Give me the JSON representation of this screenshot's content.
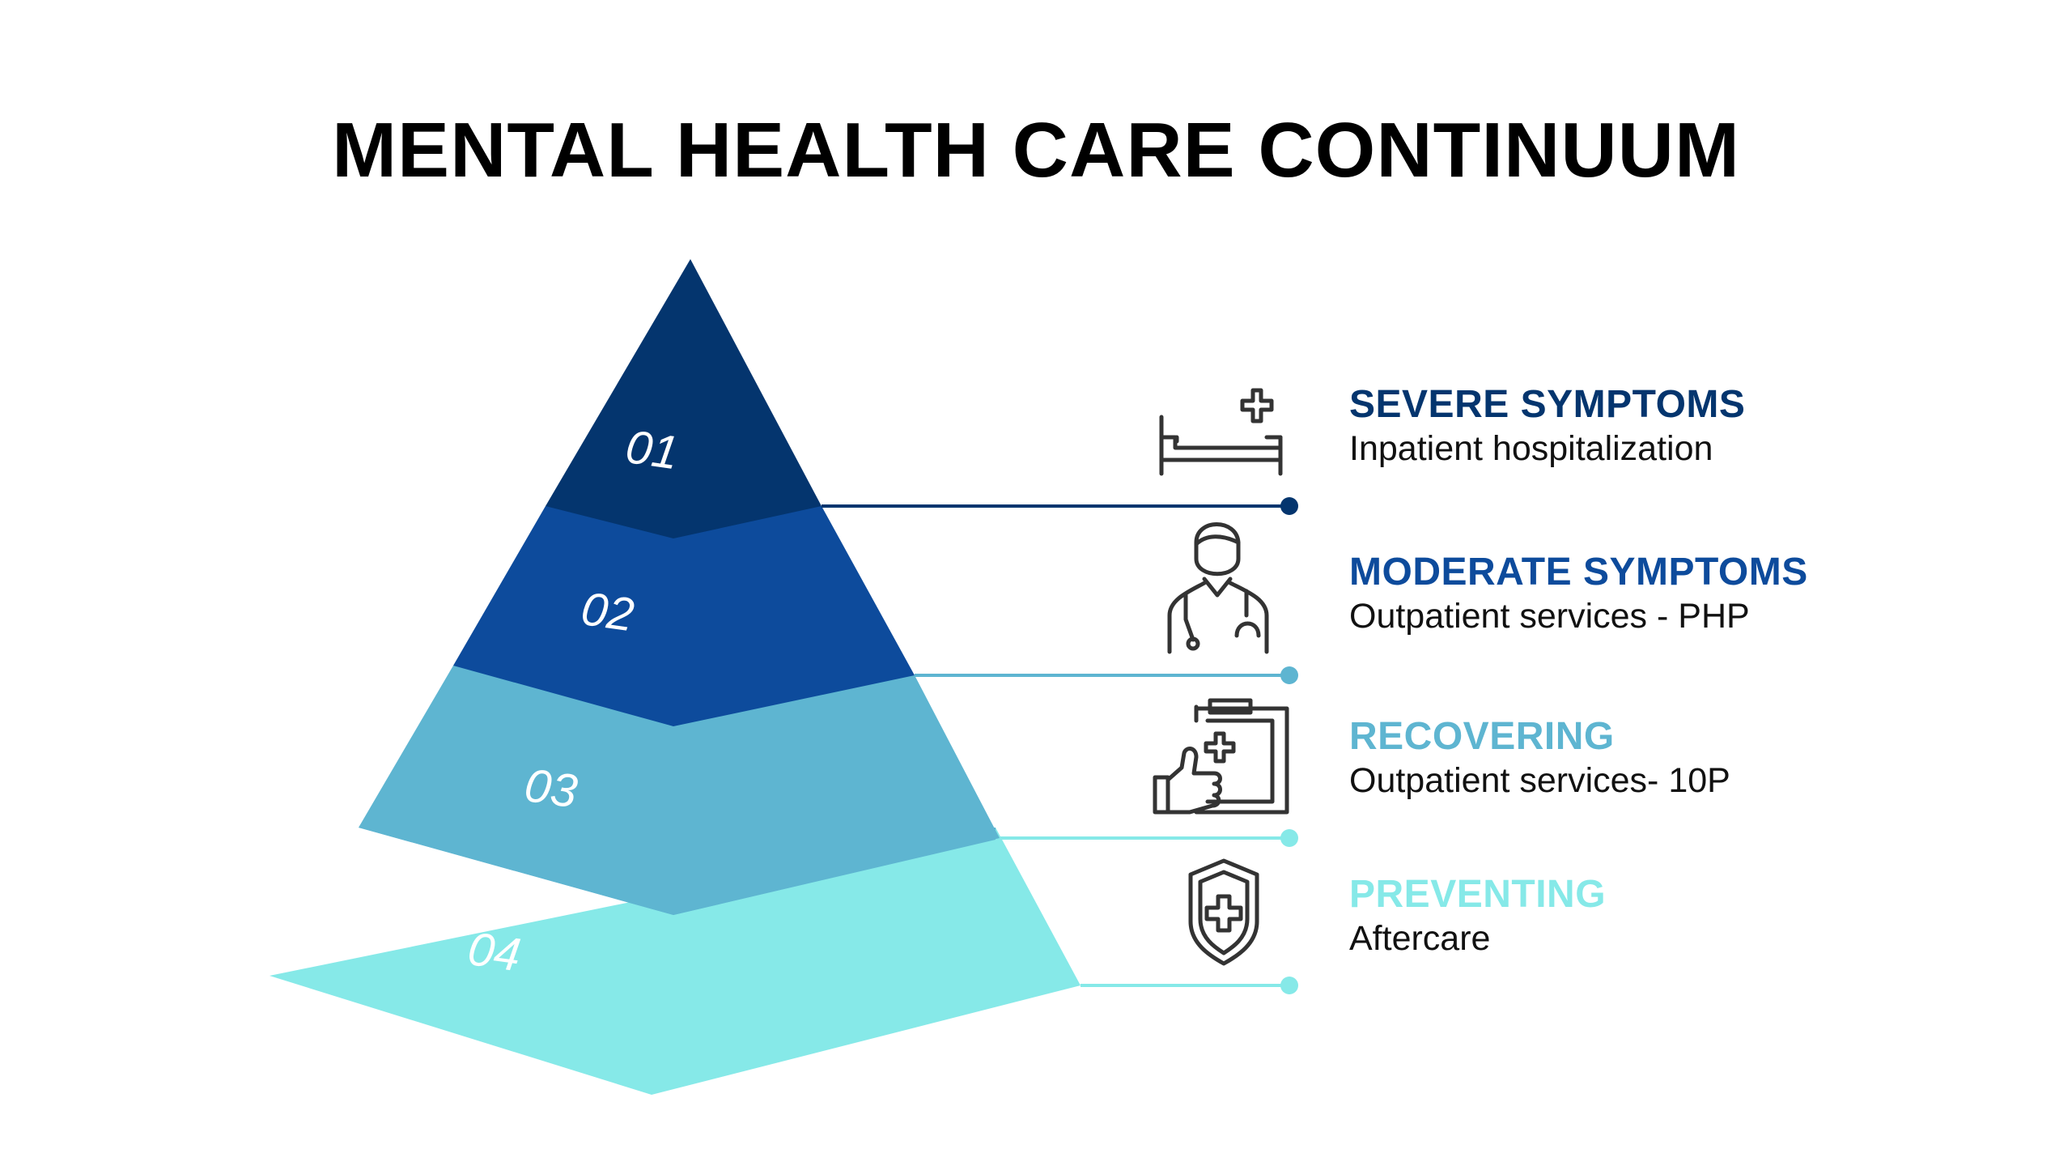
{
  "title": "MENTAL HEALTH CARE CONTINUUM",
  "tiers": [
    {
      "number": "01",
      "heading": "SEVERE SYMPTOMS",
      "description": "Inpatient hospitalization",
      "icon": "hospital-bed-icon",
      "color": "#04356E"
    },
    {
      "number": "02",
      "heading": "MODERATE SYMPTOMS",
      "description": "Outpatient services - PHP",
      "icon": "doctor-icon",
      "color": "#0D4B9C"
    },
    {
      "number": "03",
      "heading": "RECOVERING",
      "description": "Outpatient services- 10P",
      "icon": "clipboard-thumbs-up-icon",
      "color": "#5EB5D1"
    },
    {
      "number": "04",
      "heading": "PREVENTING",
      "description": "Aftercare",
      "icon": "medical-shield-icon",
      "color": "#86E9E8"
    }
  ]
}
